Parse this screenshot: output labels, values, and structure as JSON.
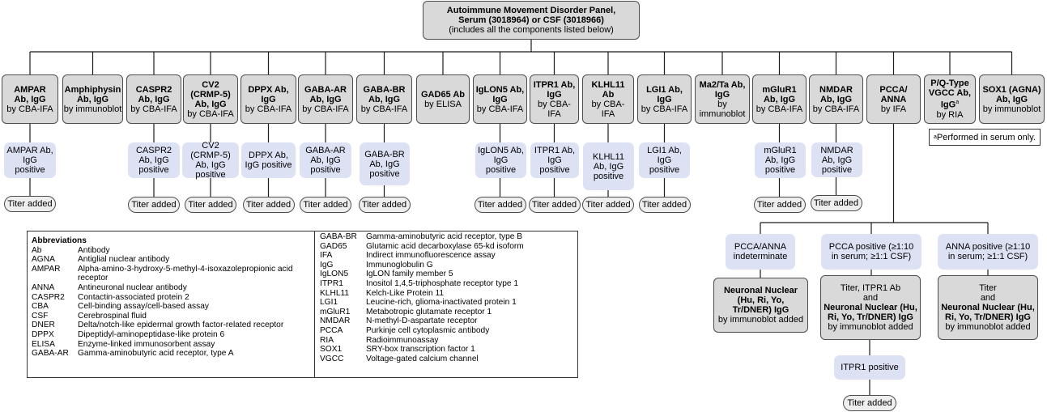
{
  "top_box": {
    "line1": "Autoimmune Movement Disorder Panel,",
    "line2": "Serum (3018964) or CSF (3018966)",
    "line3": "(includes all the components listed below)"
  },
  "tests": [
    {
      "name": "AMPAR Ab, IgG",
      "method": "by CBA-IFA"
    },
    {
      "name": "Amphiphysin Ab, IgG",
      "method": "by immunoblot"
    },
    {
      "name": "CASPR2 Ab, IgG",
      "method": "by CBA-IFA"
    },
    {
      "name": "CV2 (CRMP-5) Ab, IgG",
      "method": "by CBA-IFA"
    },
    {
      "name": "DPPX Ab, IgG",
      "method": "by CBA-IFA"
    },
    {
      "name": "GABA-AR Ab, IgG",
      "method": "by CBA-IFA"
    },
    {
      "name": "GABA-BR Ab, IgG",
      "method": "by CBA-IFA"
    },
    {
      "name": "GAD65 Ab",
      "method": "by ELISA"
    },
    {
      "name": "IgLON5 Ab, IgG",
      "method": "by CBA-IFA"
    },
    {
      "name": "ITPR1 Ab, IgG",
      "method": "by CBA-IFA"
    },
    {
      "name": "KLHL11 Ab",
      "method": "by CBA-IFA"
    },
    {
      "name": "LGI1 Ab, IgG",
      "method": "by CBA-IFA"
    },
    {
      "name": "Ma2/Ta Ab, IgG",
      "method": "by immunoblot"
    },
    {
      "name": "mGluR1 Ab, IgG",
      "method": "by CBA-IFA"
    },
    {
      "name": "NMDAR Ab, IgG",
      "method": "by CBA-IFA"
    },
    {
      "name": "PCCA/ ANNA",
      "method": "by IFA"
    },
    {
      "name": "P/Q-Type VGCC Ab, IgG",
      "name_sup": "a",
      "method": "by RIA"
    },
    {
      "name": "SOX1 (AGNA) Ab, IgG",
      "method": "by immunoblot"
    }
  ],
  "positives": [
    "AMPAR Ab, IgG positive",
    "CASPR2 Ab, IgG positive",
    "CV2 (CRMP-5) Ab, IgG positive",
    "DPPX Ab, IgG positive",
    "GABA-AR Ab, IgG positive",
    "GABA-BR Ab, IgG positive",
    "IgLON5 Ab, IgG positive",
    "ITPR1 Ab, IgG positive",
    "KLHL11 Ab, IgG positive",
    "LGI1 Ab, IgG positive",
    "mGluR1 Ab, IgG positive",
    "NMDAR Ab, IgG positive"
  ],
  "titer_added": "Titer added",
  "footnote": {
    "sup": "a",
    "text": "Performed in serum only."
  },
  "pcca_branch": {
    "indeterminate": "PCCA/ANNA indeterminate",
    "pcca_positive": "PCCA positive (≥1:10 in serum; ≥1:1 CSF)",
    "anna_positive": "ANNA positive (≥1:10 in serum; ≥1:1 CSF)",
    "result_left": {
      "bold": "Neuronal Nuclear (Hu, Ri, Yo, Tr/DNER) IgG",
      "tail": "by immunoblot added"
    },
    "result_mid": {
      "pre1": "Titer, ITPR1 Ab",
      "pre2": "and",
      "bold": "Neuronal Nuclear (Hu, Ri, Yo, Tr/DNER) IgG",
      "tail": "by immunoblot added"
    },
    "result_right": {
      "pre1": "Titer",
      "pre2": "and",
      "bold": "Neuronal Nuclear (Hu, Ri, Yo, Tr/DNER) IgG",
      "tail": "by immunoblot added"
    },
    "itpr1_positive": "ITPR1 positive",
    "titer_added": "Titer added"
  },
  "abbreviations": {
    "title": "Abbreviations",
    "left": [
      [
        "Ab",
        "Antibody"
      ],
      [
        "AGNA",
        "Antiglial nuclear antibody"
      ],
      [
        "AMPAR",
        "Alpha-amino-3-hydroxy-5-methyl-4-isoxazolepropionic acid receptor"
      ],
      [
        "ANNA",
        "Antineuronal nuclear antibody"
      ],
      [
        "CASPR2",
        "Contactin-associated protein 2"
      ],
      [
        "CBA",
        "Cell-binding assay/cell-based assay"
      ],
      [
        "CSF",
        "Cerebrospinal fluid"
      ],
      [
        "DNER",
        "Delta/notch-like epidermal growth factor-related receptor"
      ],
      [
        "DPPX",
        "Dipeptidyl-aminopeptidase-like protein 6"
      ],
      [
        "ELISA",
        "Enzyme-linked immunosorbent assay"
      ],
      [
        "GABA-AR",
        "Gamma-aminobutyric acid receptor, type A"
      ]
    ],
    "right": [
      [
        "GABA-BR",
        "Gamma-aminobutyric acid receptor, type B"
      ],
      [
        "GAD65",
        "Glutamic acid decarboxylase 65-kd isoform"
      ],
      [
        "IFA",
        "Indirect immunofluorescence assay"
      ],
      [
        "IgG",
        "Immunoglobulin G"
      ],
      [
        "IgLON5",
        "IgLON family member 5"
      ],
      [
        "ITPR1",
        "Inositol 1,4,5-triphosphate receptor type 1"
      ],
      [
        "KLHL11",
        "Kelch-Like Protein 11"
      ],
      [
        "LGI1",
        "Leucine-rich, glioma-inactivated protein 1"
      ],
      [
        "mGluR1",
        "Metabotropic glutamate receptor 1"
      ],
      [
        "NMDAR",
        "N-methyl-D-aspartate receptor"
      ],
      [
        "PCCA",
        "Purkinje cell cytoplasmic antibody"
      ],
      [
        "RIA",
        "Radioimmunoassay"
      ],
      [
        "SOX1",
        "SRY-box transcription factor 1"
      ],
      [
        "VGCC",
        "Voltage-gated calcium channel"
      ]
    ]
  }
}
